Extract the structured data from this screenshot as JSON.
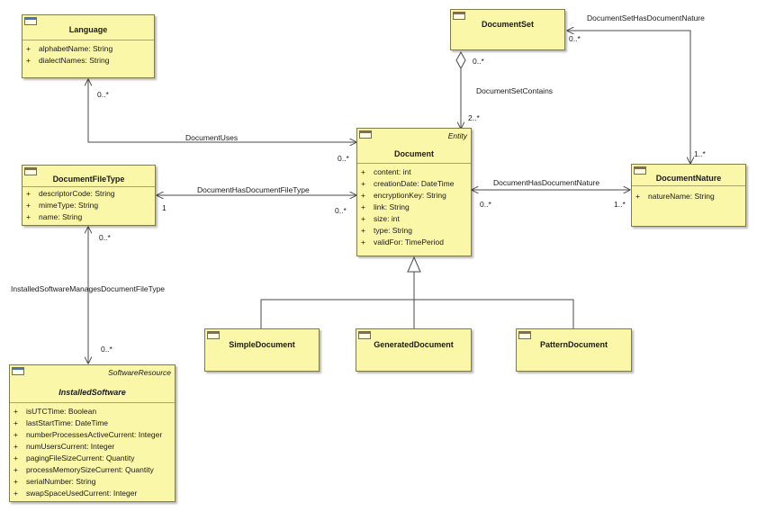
{
  "classes": {
    "language": {
      "name": "Language",
      "attributes": [
        {
          "vis": "+",
          "text": "alphabetName: String"
        },
        {
          "vis": "+",
          "text": "dialectNames: String"
        }
      ]
    },
    "documentSet": {
      "name": "DocumentSet"
    },
    "document": {
      "name": "Document",
      "stereotype": "Entity",
      "attributes": [
        {
          "vis": "+",
          "text": "content: int"
        },
        {
          "vis": "+",
          "text": "creationDate: DateTime"
        },
        {
          "vis": "+",
          "text": "encryptionKey: String"
        },
        {
          "vis": "+",
          "text": "link: String"
        },
        {
          "vis": "+",
          "text": "size: int"
        },
        {
          "vis": "+",
          "text": "type: String"
        },
        {
          "vis": "+",
          "text": "validFor: TimePeriod"
        }
      ]
    },
    "documentFileType": {
      "name": "DocumentFileType",
      "attributes": [
        {
          "vis": "+",
          "text": "descriptorCode: String"
        },
        {
          "vis": "+",
          "text": "mimeType: String"
        },
        {
          "vis": "+",
          "text": "name: String"
        }
      ]
    },
    "documentNature": {
      "name": "DocumentNature",
      "attributes": [
        {
          "vis": "+",
          "text": "natureName: String"
        }
      ]
    },
    "simpleDocument": {
      "name": "SimpleDocument"
    },
    "generatedDocument": {
      "name": "GeneratedDocument"
    },
    "patternDocument": {
      "name": "PatternDocument"
    },
    "installedSoftware": {
      "name": "InstalledSoftware",
      "stereotype": "SoftwareResource",
      "attributes": [
        {
          "vis": "+",
          "text": "isUTCTime: Boolean"
        },
        {
          "vis": "+",
          "text": "lastStartTime: DateTime"
        },
        {
          "vis": "+",
          "text": "numberProcessesActiveCurrent: Integer"
        },
        {
          "vis": "+",
          "text": "numUsersCurrent: Integer"
        },
        {
          "vis": "+",
          "text": "pagingFileSizeCurrent: Quantity"
        },
        {
          "vis": "+",
          "text": "processMemorySizeCurrent: Quantity"
        },
        {
          "vis": "+",
          "text": "serialNumber: String"
        },
        {
          "vis": "+",
          "text": "swapSpaceUsedCurrent: Integer"
        }
      ]
    }
  },
  "associations": {
    "documentUses": {
      "name": "DocumentUses",
      "source_mult": "0..*",
      "target_mult": "0..*"
    },
    "documentSetContains": {
      "name": "DocumentSetContains",
      "source_mult": "0..*",
      "target_mult": "2..*"
    },
    "documentSetHasDocumentNature": {
      "name": "DocumentSetHasDocumentNature",
      "source_mult": "0..*",
      "target_mult": "1..*"
    },
    "documentHasDocumentFileType": {
      "name": "DocumentHasDocumentFileType",
      "source_mult": "1",
      "target_mult": "0..*"
    },
    "documentHasDocumentNature": {
      "name": "DocumentHasDocumentNature",
      "source_mult": "0..*",
      "target_mult": "1..*"
    },
    "installedSoftwareManagesDocumentFileType": {
      "name": "InstalledSoftwareManagesDocumentFileType",
      "source_mult": "0..*",
      "target_mult": "0..*"
    }
  },
  "colors": {
    "class_fill": "#fbf7a9",
    "class_border": "#7d7d45",
    "connector": "#4a4a4a",
    "icon_entity": "#3f79c6",
    "icon_class": "#8c6b52"
  }
}
